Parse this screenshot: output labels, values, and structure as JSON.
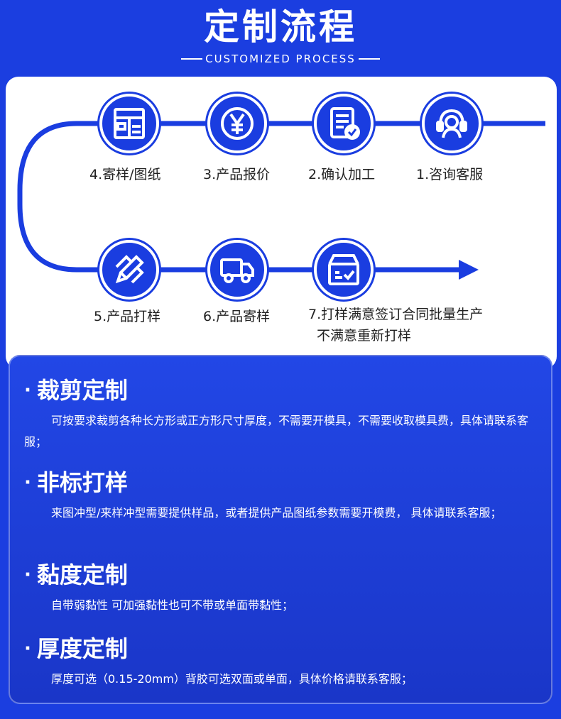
{
  "header": {
    "title": "定制流程",
    "subtitle": "CUSTOMIZED PROCESS"
  },
  "steps": [
    {
      "label": "4.寄样/图纸",
      "icon": "layout-icon"
    },
    {
      "label": "3.产品报价",
      "icon": "yen-icon"
    },
    {
      "label": "2.确认加工",
      "icon": "checklist-icon"
    },
    {
      "label": "1.咨询客服",
      "icon": "headset-icon"
    },
    {
      "label": "5.产品打样",
      "icon": "pencil-ruler-icon"
    },
    {
      "label": "6.产品寄样",
      "icon": "truck-icon"
    },
    {
      "label": "7.打样满意签订合同批量生产",
      "label2": "不满意重新打样",
      "icon": "box-check-icon"
    }
  ],
  "sections": [
    {
      "title": "裁剪定制",
      "body": "可按要求裁剪各种长方形或正方形尺寸厚度，不需要开模具，不需要收取模具费，具体请联系客服；"
    },
    {
      "title": "非标打样",
      "body": "来图冲型/来样冲型需要提供样品，或者提供产品图纸参数需要开模费， 具体请联系客服；"
    },
    {
      "title": "黏度定制",
      "body": "自带弱黏性 可加强黏性也可不带或单面带黏性；"
    },
    {
      "title": "厚度定制",
      "body": "厚度可选（0.15-20mm）背胶可选双面或单面，具体价格请联系客服；"
    }
  ],
  "colors": {
    "primary": "#1a3de0",
    "white": "#ffffff",
    "text": "#222222"
  }
}
